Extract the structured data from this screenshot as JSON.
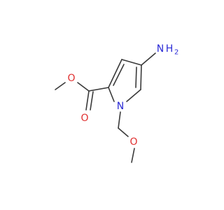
{
  "molecule": {
    "atoms": {
      "nitrogen_amine": {
        "symbol": "N",
        "hydrogen": "H",
        "hcount": "2"
      },
      "nitrogen_ring": {
        "symbol": "N"
      },
      "oxygen_carbonyl": {
        "symbol": "O"
      },
      "oxygen_ester": {
        "symbol": "O"
      },
      "oxygen_ether": {
        "symbol": "O"
      }
    },
    "colors": {
      "bond": "#3a3a3a",
      "nitrogen": "#2b2bd6",
      "oxygen": "#e03030"
    }
  }
}
